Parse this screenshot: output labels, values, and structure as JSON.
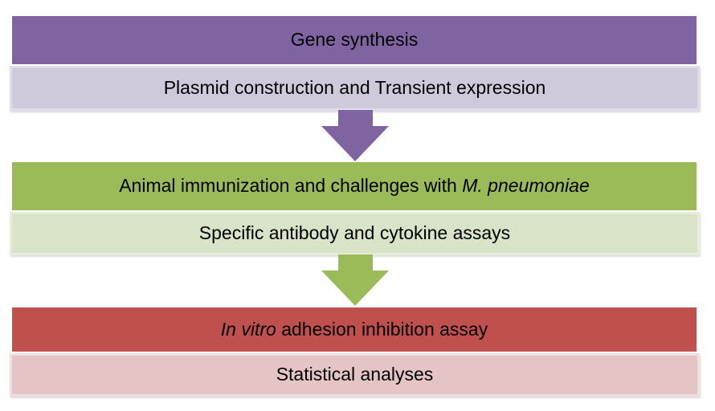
{
  "colors": {
    "stage1_header_bg": "#8064A2",
    "stage1_sub_bg": "#CFC9DC",
    "stage1_sub_border": "#E0DCEA",
    "stage2_header_bg": "#9BBB59",
    "stage2_sub_bg": "#D8E3C7",
    "stage2_sub_border": "#E6EDDA",
    "stage3_header_bg": "#C0504D",
    "stage3_sub_bg": "#E5C4C6",
    "stage3_sub_border": "#F0DFE0",
    "arrow1_color": "#8064A2",
    "arrow2_color": "#9BBB59",
    "text_color": "#000000"
  },
  "flowchart": {
    "stages": [
      {
        "header_parts": [
          {
            "text": "Gene synthesis",
            "italic": false
          }
        ],
        "sub_parts": [
          {
            "text": "Plasmid construction and Transient expression",
            "italic": false
          }
        ]
      },
      {
        "header_parts": [
          {
            "text": "Animal immunization and challenges with ",
            "italic": false
          },
          {
            "text": "M. pneumoniae",
            "italic": true
          }
        ],
        "sub_parts": [
          {
            "text": "Specific antibody and cytokine assays",
            "italic": false
          }
        ]
      },
      {
        "header_parts": [
          {
            "text": "In vitro",
            "italic": true
          },
          {
            "text": " adhesion inhibition assay",
            "italic": false
          }
        ],
        "sub_parts": [
          {
            "text": "Statistical analyses",
            "italic": false
          }
        ]
      }
    ]
  }
}
